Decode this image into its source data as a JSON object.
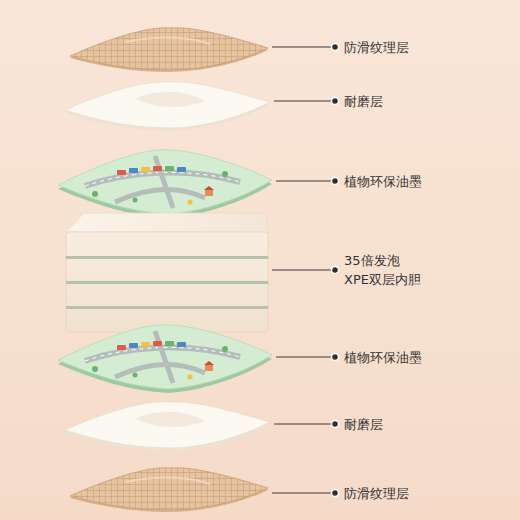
{
  "diagram": {
    "labels": [
      "防滑纹理层",
      "耐磨层",
      "植物环保油墨",
      "35倍发泡 XPE双层内胆",
      "植物环保油墨",
      "耐磨层",
      "防滑纹理层"
    ]
  }
}
